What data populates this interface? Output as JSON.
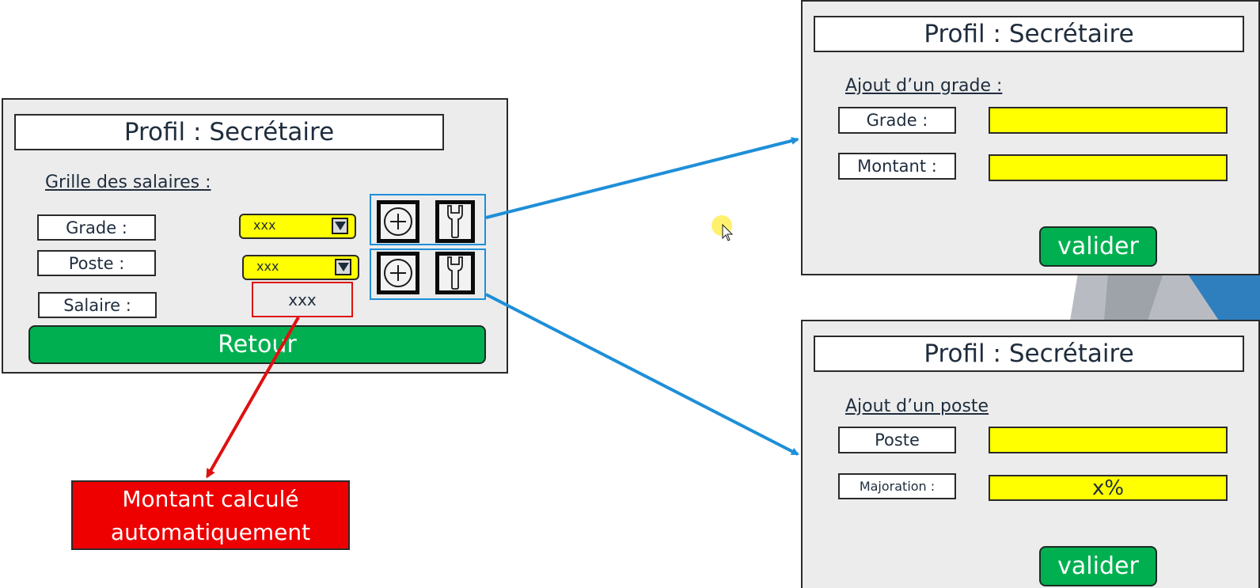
{
  "main_panel": {
    "title": "Profil : Secrétaire",
    "section": "Grille des salaires :",
    "grade_label": "Grade :",
    "poste_label": "Poste :",
    "salaire_label": "Salaire :",
    "grade_value": "xxx",
    "poste_value": "xxx",
    "salaire_value": "xxx",
    "back_button": "Retour"
  },
  "note": {
    "line1": "Montant calculé",
    "line2": "automatiquement"
  },
  "grade_panel": {
    "title": "Profil : Secrétaire",
    "section": "Ajout d’un grade :",
    "field1_label": "Grade :",
    "field2_label": "Montant :",
    "submit": "valider"
  },
  "poste_panel": {
    "title": "Profil : Secrétaire",
    "section": "Ajout d’un poste",
    "field1_label": "Poste",
    "field2_label": "Majoration :",
    "field2_value": "x%",
    "submit": "valider"
  },
  "icons": {
    "add": "plus-circle-icon",
    "edit": "wrench-icon",
    "cursor": "mouse-pointer-icon"
  },
  "colors": {
    "field": "#ffff00",
    "button": "#00b050",
    "arrow_blue": "#1e8fd8",
    "arrow_red": "#e01010",
    "note": "#ee0000"
  }
}
